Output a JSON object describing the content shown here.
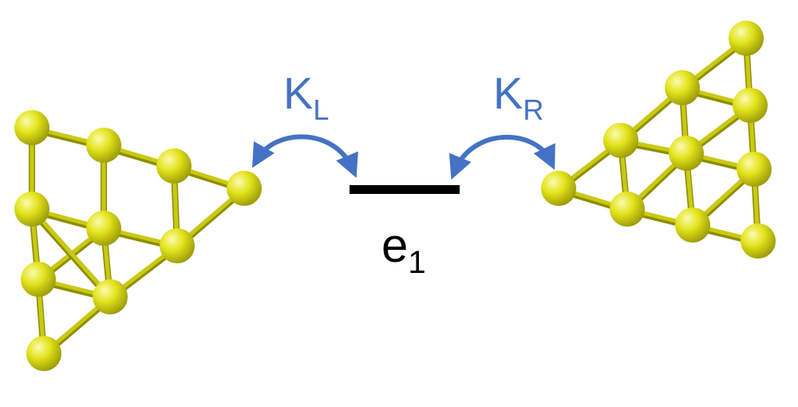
{
  "colors": {
    "atom": "#e3e31c",
    "atom_highlight": "#fbfbb0",
    "atom_shadow": "#9a9a08",
    "bond": "#c9c912",
    "bond_shadow": "#8e8e05",
    "arrow": "#4472c4",
    "level": "#000000"
  },
  "labels": {
    "k_left": "K",
    "k_left_sub": "L",
    "k_right": "K",
    "k_right_sub": "R",
    "level": "e",
    "level_sub": "1"
  },
  "icons": {
    "left_cluster": "gold-atom-cluster-icon",
    "right_cluster": "gold-atom-cluster-icon",
    "coupling_arrow": "double-headed-curved-arrow-icon"
  }
}
